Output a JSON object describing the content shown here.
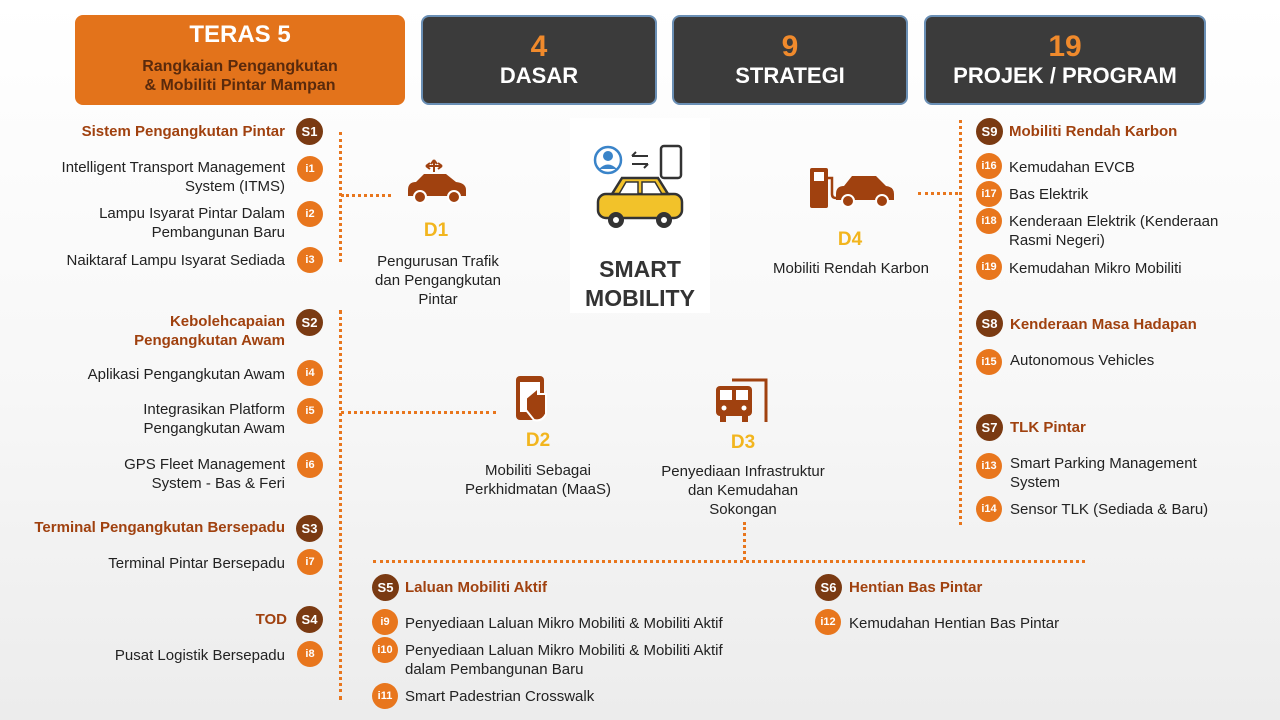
{
  "header": {
    "teras_title": "TERAS 5",
    "teras_subtitle_1": "Rangkaian Pengangkutan",
    "teras_subtitle_2": "& Mobiliti Pintar Mampan",
    "stats": [
      {
        "number": "4",
        "label": "DASAR"
      },
      {
        "number": "9",
        "label": "STRATEGI"
      },
      {
        "number": "19",
        "label": "PROJEK / PROGRAM"
      }
    ]
  },
  "center": {
    "title_1": "SMART",
    "title_2": "MOBILITY"
  },
  "left": {
    "s1": {
      "code": "S1",
      "title": "Sistem  Pengangkutan Pintar",
      "items": [
        {
          "code": "i1",
          "line1": "Intelligent Transport Management",
          "line2": "System (ITMS)"
        },
        {
          "code": "i2",
          "line1": "Lampu Isyarat Pintar Dalam",
          "line2": "Pembangunan Baru"
        },
        {
          "code": "i3",
          "line1": "Naiktaraf Lampu Isyarat Sediada",
          "line2": ""
        }
      ]
    },
    "s2": {
      "code": "S2",
      "title_1": "Kebolehcapaian",
      "title_2": "Pengangkutan Awam",
      "items": [
        {
          "code": "i4",
          "line1": "Aplikasi Pengangkutan Awam",
          "line2": ""
        },
        {
          "code": "i5",
          "line1": "Integrasikan Platform",
          "line2": "Pengangkutan Awam"
        },
        {
          "code": "i6",
          "line1": "GPS Fleet Management",
          "line2": "System - Bas & Feri"
        }
      ]
    },
    "s3": {
      "code": "S3",
      "title": "Terminal Pengangkutan Bersepadu",
      "items": [
        {
          "code": "i7",
          "line1": "Terminal Pintar Bersepadu",
          "line2": ""
        }
      ]
    },
    "s4": {
      "code": "S4",
      "title": "TOD",
      "items": [
        {
          "code": "i8",
          "line1": "Pusat Logistik Bersepadu",
          "line2": ""
        }
      ]
    }
  },
  "dasar": {
    "d1": {
      "code": "D1",
      "line1": "Pengurusan Trafik",
      "line2": "dan Pengangkutan",
      "line3": "Pintar"
    },
    "d2": {
      "code": "D2",
      "line1": "Mobiliti Sebagai",
      "line2": "Perkhidmatan (MaaS)"
    },
    "d3": {
      "code": "D3",
      "line1": "Penyediaan  Infrastruktur",
      "line2": "dan Kemudahan",
      "line3": "Sokongan"
    },
    "d4": {
      "code": "D4",
      "line1": "Mobiliti Rendah  Karbon"
    }
  },
  "right": {
    "s9": {
      "code": "S9",
      "title": "Mobiliti Rendah Karbon",
      "items": [
        {
          "code": "i16",
          "line1": "Kemudahan EVCB",
          "line2": ""
        },
        {
          "code": "i17",
          "line1": "Bas Elektrik",
          "line2": ""
        },
        {
          "code": "i18",
          "line1": "Kenderaan Elektrik (Kenderaan",
          "line2": "Rasmi Negeri)"
        },
        {
          "code": "i19",
          "line1": "Kemudahan Mikro Mobiliti",
          "line2": ""
        }
      ]
    },
    "s8": {
      "code": "S8",
      "title": "Kenderaan Masa Hadapan",
      "items": [
        {
          "code": "i15",
          "line1": "Autonomous Vehicles",
          "line2": ""
        }
      ]
    },
    "s7": {
      "code": "S7",
      "title": "TLK Pintar",
      "items": [
        {
          "code": "i13",
          "line1": "Smart Parking Management",
          "line2": "System"
        },
        {
          "code": "i14",
          "line1": "Sensor TLK (Sediada & Baru)",
          "line2": ""
        }
      ]
    }
  },
  "bottom": {
    "s5": {
      "code": "S5",
      "title": "Laluan Mobiliti Aktif",
      "items": [
        {
          "code": "i9",
          "line1": "Penyediaan  Laluan Mikro Mobiliti & Mobiliti Aktif",
          "line2": ""
        },
        {
          "code": "i10",
          "line1": "Penyediaan  Laluan Mikro Mobiliti & Mobiliti Aktif",
          "line2": "dalam Pembangunan Baru"
        },
        {
          "code": "i11",
          "line1": "Smart Padestrian Crosswalk",
          "line2": ""
        }
      ]
    },
    "s6": {
      "code": "S6",
      "title": "Hentian Bas Pintar",
      "items": [
        {
          "code": "i12",
          "line1": "Kemudahan Hentian Bas Pintar",
          "line2": ""
        }
      ]
    }
  },
  "icons": {
    "d1": "connected-car-icon",
    "d2": "phone-tap-icon",
    "d3": "bus-stop-icon",
    "d4": "ev-charging-car-icon",
    "center": "smart-mobility-icon"
  },
  "colors": {
    "orange": "#e3731b",
    "dark": "#3b3b3b",
    "brown": "#7a3a12",
    "yellow": "#f2b51e"
  }
}
